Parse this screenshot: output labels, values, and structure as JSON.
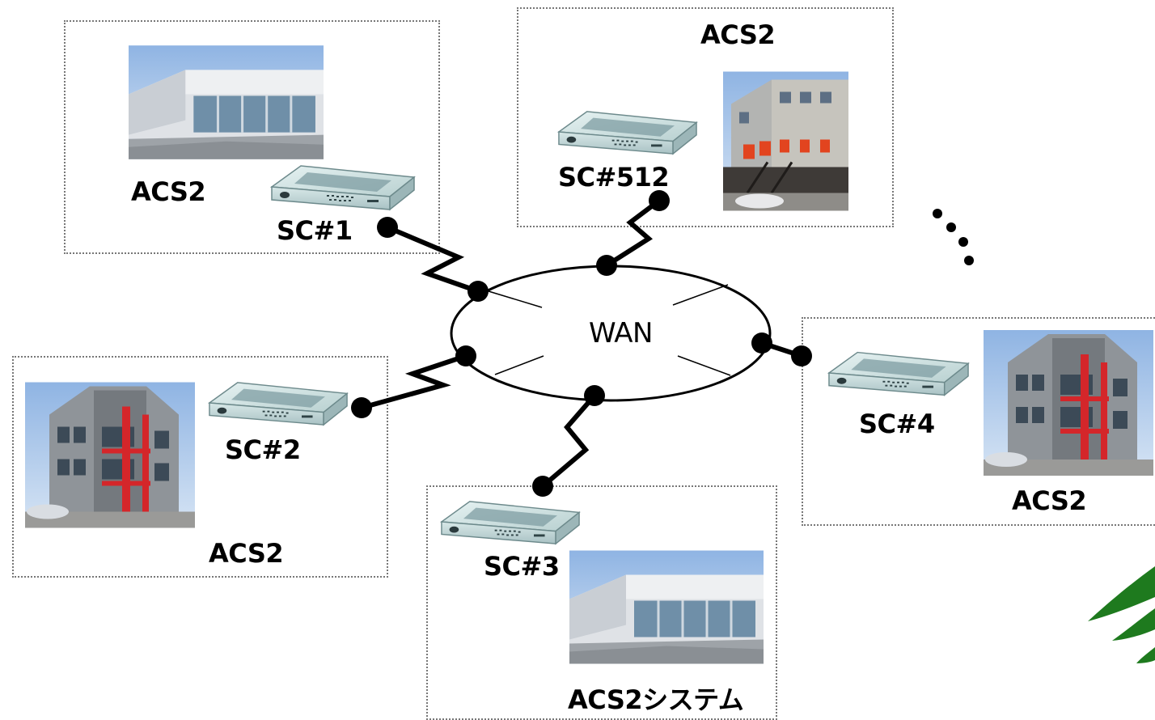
{
  "diagram": {
    "network": {
      "label": "WAN"
    },
    "sites": [
      {
        "id": "site-1",
        "building_label": "ACS2",
        "controller_label": "SC#1"
      },
      {
        "id": "site-512",
        "building_label": "ACS2",
        "controller_label": "SC#512"
      },
      {
        "id": "site-2",
        "building_label": "ACS2",
        "controller_label": "SC#2"
      },
      {
        "id": "site-3",
        "building_label": "ACS2システム",
        "controller_label": "SC#3"
      },
      {
        "id": "site-4",
        "building_label": "ACS2",
        "controller_label": "SC#4"
      }
    ]
  }
}
